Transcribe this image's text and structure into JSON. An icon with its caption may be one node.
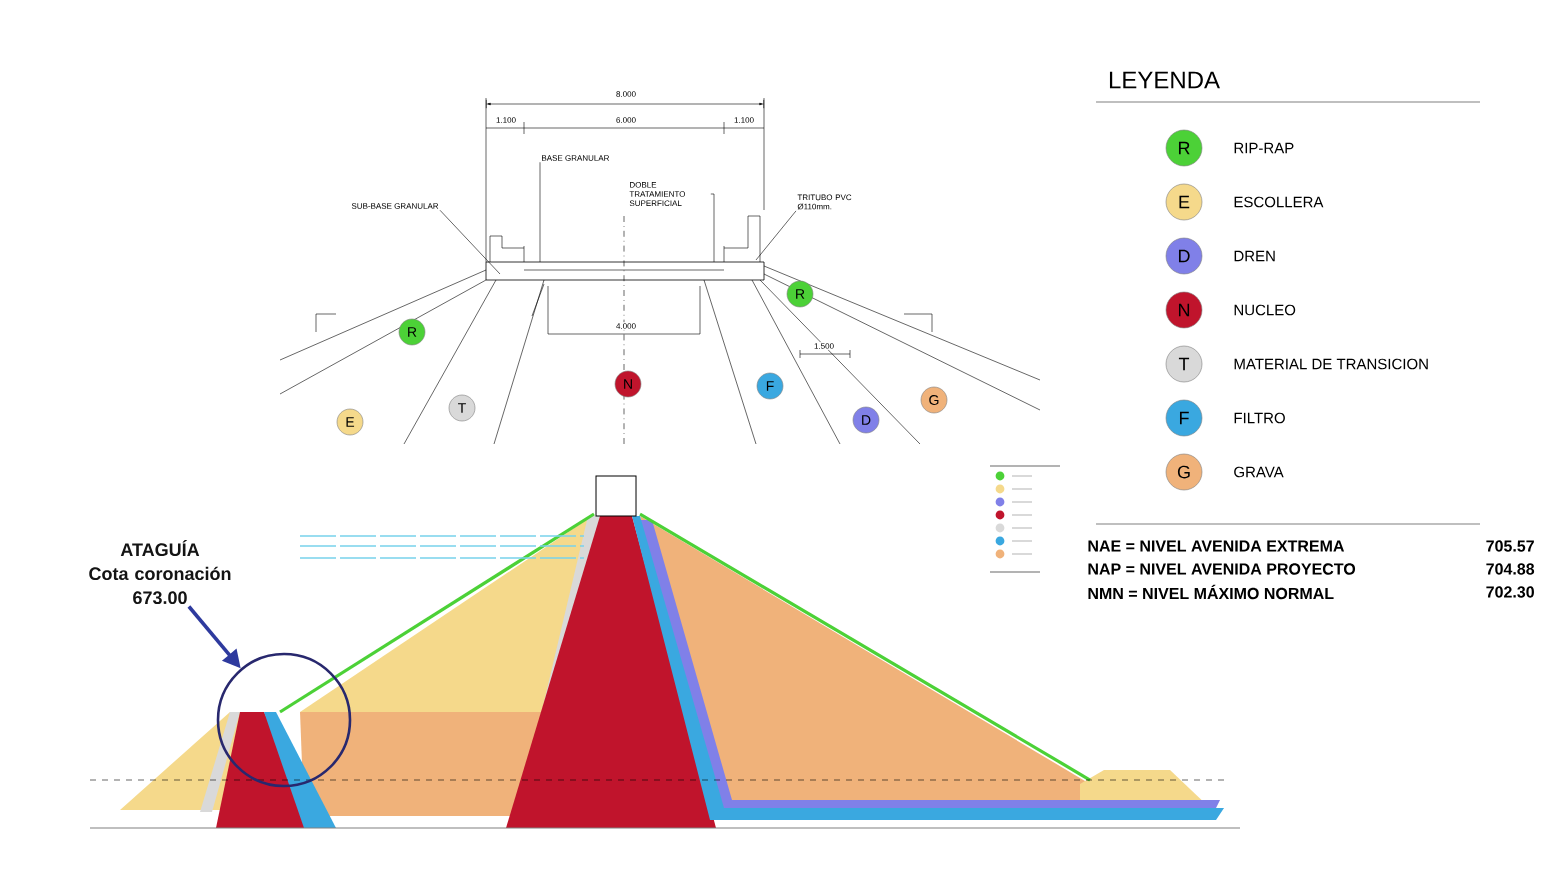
{
  "diagram": {
    "nodes": [
      {
        "text": [
          "R"
        ]
      },
      {
        "text": [
          "E"
        ]
      },
      {
        "text": [
          "T"
        ]
      },
      {
        "text": [
          "N"
        ]
      },
      {
        "text": [
          "R"
        ]
      },
      {
        "text": [
          "F"
        ]
      },
      {
        "text": [
          "D"
        ]
      },
      {
        "text": [
          "G"
        ]
      },
      {
        "text": [
          "ATAGUÍA",
          "Cota coronación 673.00"
        ]
      },
      {
        "text": [],
        "shape": "circle"
      },
      {
        "text": [
          "BASE GRANULAR"
        ]
      },
      {
        "text": [
          "SUB-BASE GRANULAR"
        ]
      },
      {
        "text": [
          "DOBLE TRATAMIENTO SUPERFICIAL"
        ]
      },
      {
        "text": [
          "TRITUBO PVC Ø110mm."
        ]
      }
    ],
    "edges": [
      {
        "from": 8,
        "to": 9,
        "arrow": "to",
        "color": "#2e3a9e",
        "style": "thick"
      },
      {
        "from": 10,
        "to": null,
        "arrow": "none"
      },
      {
        "from": 11,
        "to": null,
        "arrow": "none"
      },
      {
        "from": 12,
        "to": null,
        "arrow": "none"
      },
      {
        "from": 13,
        "to": null,
        "arrow": "none"
      }
    ],
    "labels": [
      "8.000",
      "1.100",
      "6.000",
      "1.100",
      "4.000",
      "1.500",
      "LEYENDA",
      "R",
      "E",
      "D",
      "N",
      "T",
      "F",
      "G",
      "NAE = NIVEL AVENIDA EXTREMA",
      "705.57",
      "NAP = NIVEL AVENIDA PROYECTO",
      "704.88",
      "NMN = NIVEL MÁXIMO NORMAL",
      "702.30"
    ],
    "legend": [
      {
        "text": "RIP-RAP",
        "color": "#4cd137"
      },
      {
        "text": "ESCOLLERA",
        "color": "#f5d98b"
      },
      {
        "text": "DREN",
        "color": "#8080e8"
      },
      {
        "text": "NUCLEO",
        "color": "#c0142c"
      },
      {
        "text": "MATERIAL DE TRANSICION",
        "color": "#d9d9d9"
      },
      {
        "text": "FILTRO",
        "color": "#3aa8e0"
      },
      {
        "text": "GRAVA",
        "color": "#f0b27a"
      }
    ]
  }
}
